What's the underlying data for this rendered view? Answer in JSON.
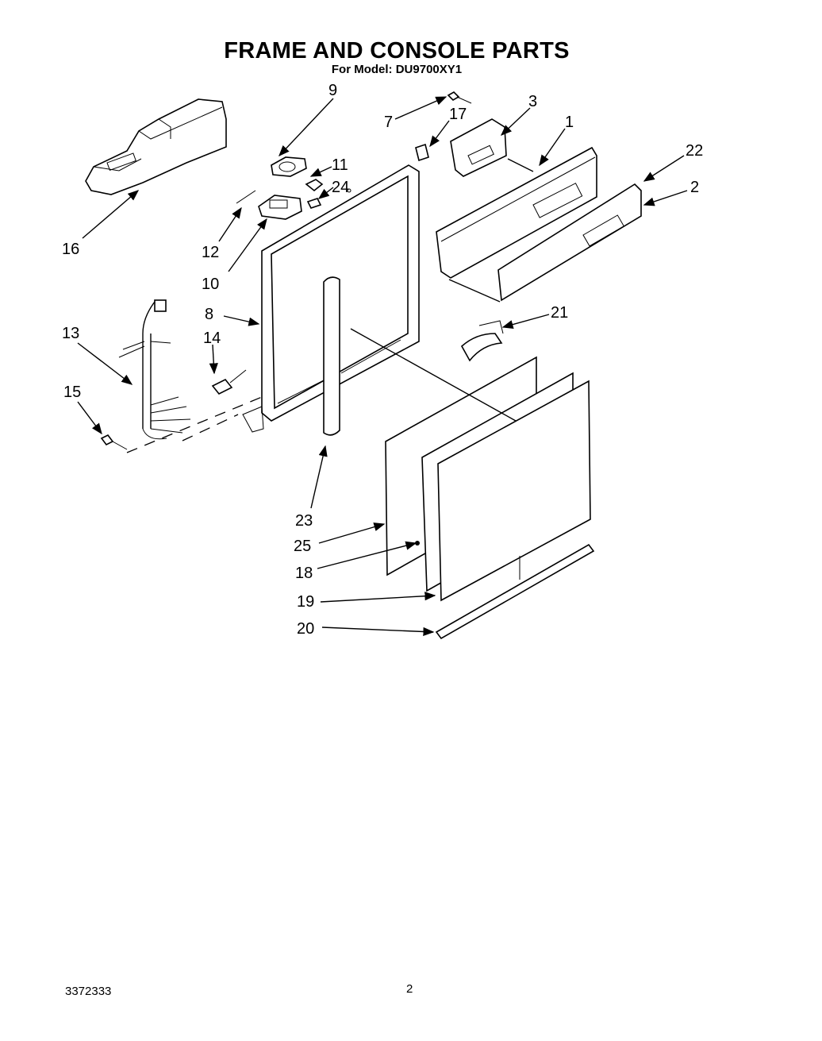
{
  "title": "FRAME AND CONSOLE PARTS",
  "subtitle": "For Model: DU9700XY1",
  "footer": {
    "doc_number": "3372333",
    "page_number": "2"
  },
  "callouts": [
    "1",
    "2",
    "3",
    "7",
    "8",
    "9",
    "10",
    "11",
    "12",
    "13",
    "14",
    "15",
    "16",
    "17",
    "18",
    "19",
    "20",
    "21",
    "22",
    "23",
    "24",
    "25"
  ]
}
